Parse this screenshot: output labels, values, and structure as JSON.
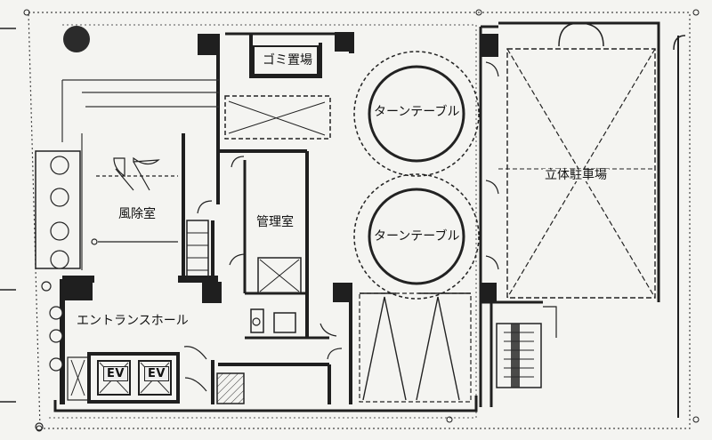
{
  "rooms": {
    "garbage": "ゴミ置場",
    "turntable_top": "ターンテーブル",
    "turntable_bottom": "ターンテーブル",
    "parking": "立体駐車場",
    "windbreak": "風除室",
    "management": "管理室",
    "entrance_hall": "エントランスホール",
    "ev_left": "EV",
    "ev_right": "EV"
  },
  "colors": {
    "wall": "#1f1f1f",
    "line": "#2a2a2a",
    "background": "#f4f4f1",
    "light_fill": "#e9e9e6"
  },
  "icons": {
    "trees": "tree-icon",
    "columns": "column-icon",
    "doors": "door-swing-icon"
  }
}
